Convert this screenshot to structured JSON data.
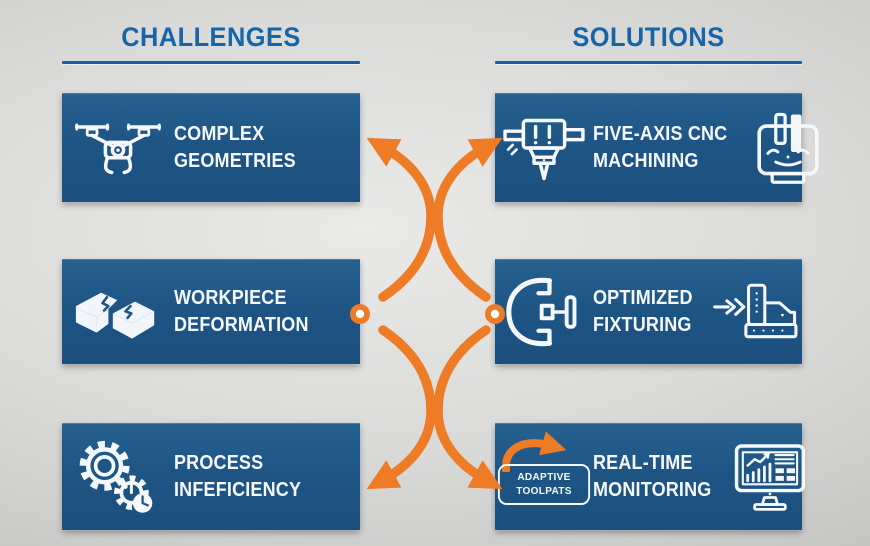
{
  "palette": {
    "background_gray": "#cfcfcd",
    "box_blue": "#1e5585",
    "heading_blue": "#1565a8",
    "accent_orange": "#ee7c26",
    "text_white": "#f5f8fb"
  },
  "headings": {
    "challenges": "CHALLENGES",
    "solutions": "SOLUTIONS"
  },
  "challenges": [
    {
      "line1": "COMPLEX",
      "line2": "GEOMETRIES",
      "icon": "drone-icon"
    },
    {
      "line1": "WORKPIECE",
      "line2": "DEFORMATION",
      "icon": "cracked-workpiece-icon"
    },
    {
      "line1": "PROCESS",
      "line2": "INFEFICIENCY",
      "icon": "gears-clock-icon"
    }
  ],
  "solutions": [
    {
      "line1": "FIVE-AXIS CNC",
      "line2": "MACHINING",
      "icon_left": "cnc-spindle-icon",
      "icon_right": "machining-center-icon"
    },
    {
      "line1": "OPTIMIZED",
      "line2": "FIXTURING",
      "icon_left": "c-clamp-icon",
      "icon_right": "arrow-to-machine-icon"
    },
    {
      "line1": "REAL-TIME",
      "line2": "MONITORING",
      "icon_left": "adaptive-toolpaths-badge",
      "icon_right": "monitor-chart-icon"
    }
  ],
  "badge": {
    "line1": "ADAPTIVE",
    "line2": "TOOLPATS"
  }
}
